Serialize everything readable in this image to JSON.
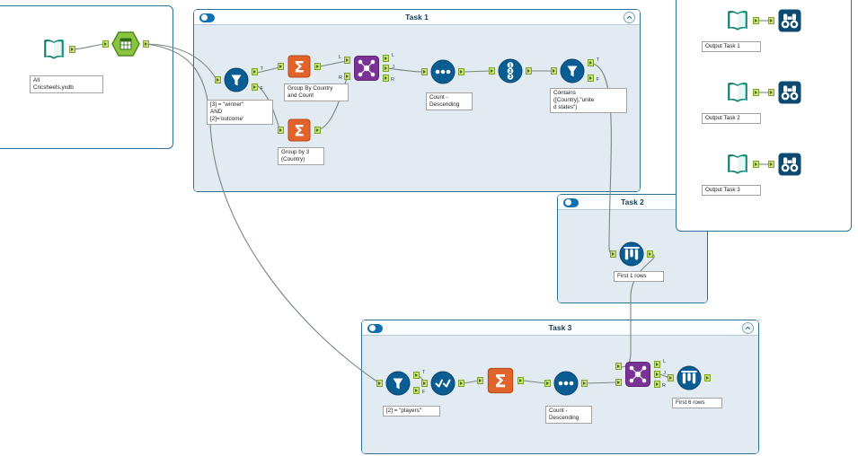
{
  "app": {
    "name": "Alteryx-style workflow canvas"
  },
  "colors": {
    "container_border": "#2e6f96",
    "container_body": "#e2eaf2",
    "toggle_on": "#1070af",
    "tool_blue": "#0a5d92",
    "tool_orange": "#e2622b",
    "tool_purple": "#7a3297",
    "tool_green": "#8bc53f",
    "tool_teal": "#0a7c6a",
    "browse_navy": "#0d4a73",
    "anchor_green": "#cfe182",
    "connection": "#7a877f"
  },
  "containers": {
    "task1": {
      "title": "Task 1",
      "enabled": true
    },
    "task2": {
      "title": "Task 2",
      "enabled": true
    },
    "task3": {
      "title": "Task 3",
      "enabled": true
    }
  },
  "labels": {
    "input": "All\nCricsheets.yxdb",
    "filter1": "[3] = \"winner\"\nAND\n[2]='outcome'",
    "sum1": "Group By Country\nand Count",
    "sum2": "Group by 3\n(Country)",
    "sort1": "Count -\nDescending",
    "filter2": "Contains\n([Country],\"unite\nd states\")",
    "sample1": "First 1 rows",
    "filter3": "[2] = \"players\"",
    "sort2": "Count -\nDescending",
    "sample2": "First 6 rows",
    "output1": "Output Task 1",
    "output2": "Output Task 2",
    "output3": "Output Task 3"
  },
  "anchor_letters": {
    "t": "T",
    "f": "F",
    "l": "L",
    "j": "J",
    "r": "R"
  }
}
